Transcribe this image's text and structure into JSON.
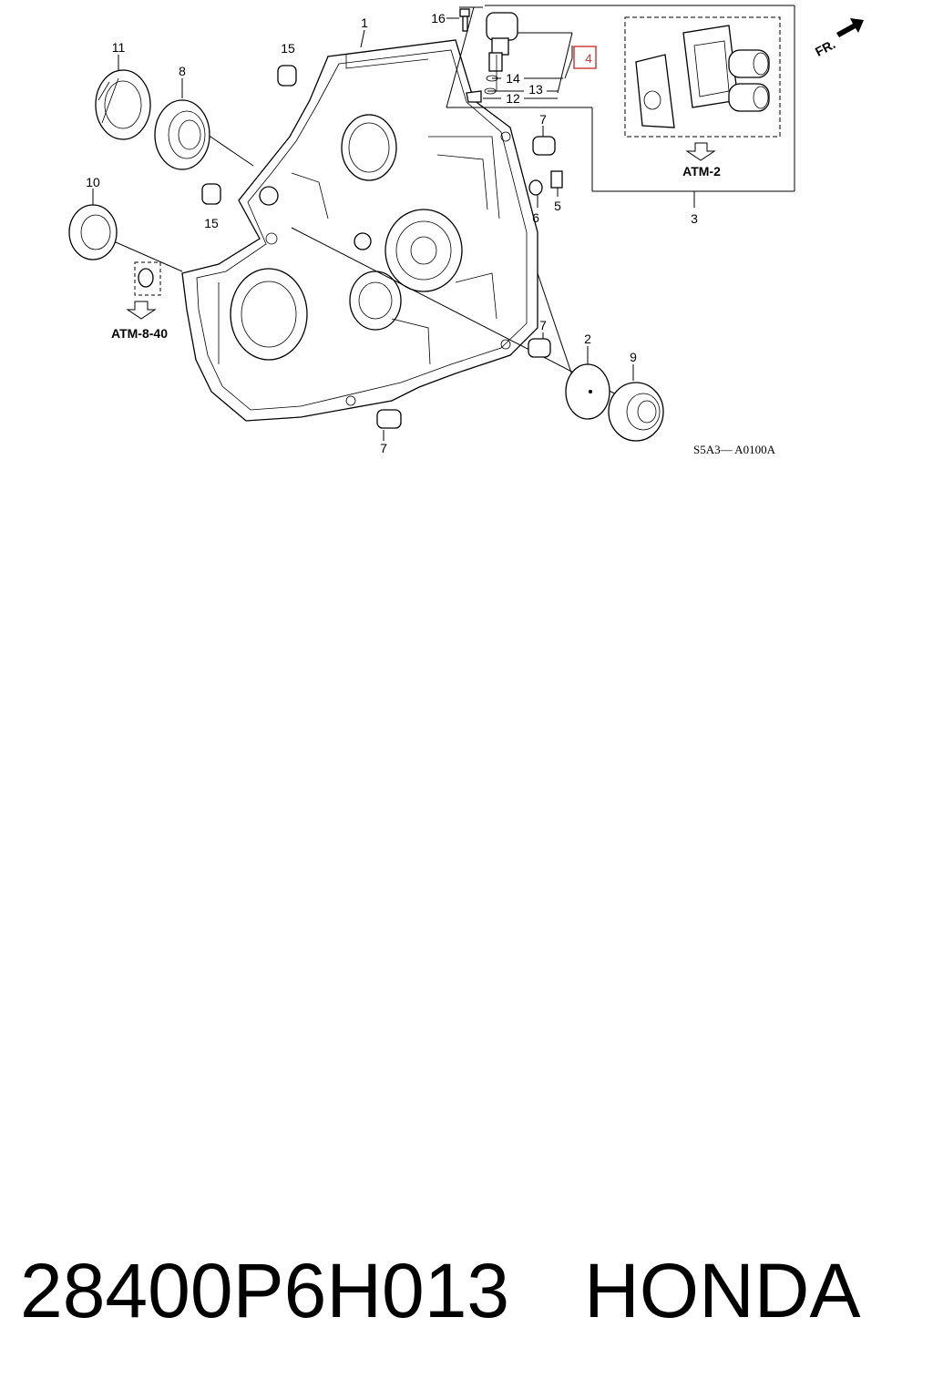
{
  "diagram": {
    "callouts": {
      "c1": "1",
      "c2": "2",
      "c3": "3",
      "c4": "4",
      "c5": "5",
      "c6": "6",
      "c7a": "7",
      "c7b": "7",
      "c7c": "7",
      "c8": "8",
      "c9": "9",
      "c10": "10",
      "c11": "11",
      "c12": "12",
      "c13": "13",
      "c14": "14",
      "c15a": "15",
      "c15b": "15",
      "c16": "16"
    },
    "refs": {
      "atm2": "ATM-2",
      "atm840": "ATM-8-40"
    },
    "front_label": "FR.",
    "diagram_code": "S5A3— A0100A",
    "highlighted_callout": "4",
    "highlight_color": "#d23c3c"
  },
  "caption": {
    "part_number": "28400P6H013",
    "brand": "HONDA"
  }
}
